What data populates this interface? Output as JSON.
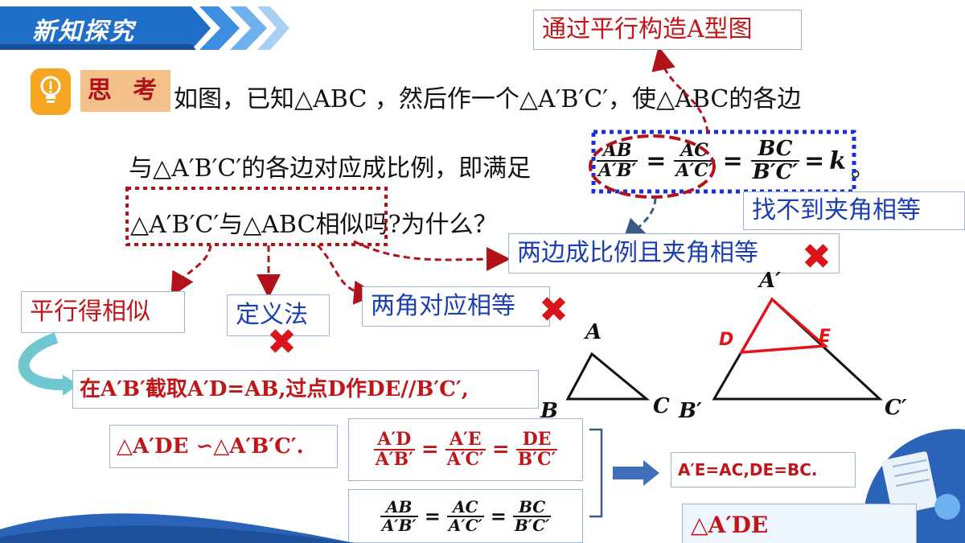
{
  "header": {
    "title": "新知探究",
    "think_label": "思 考"
  },
  "question": {
    "line1": "如图，已知△ABC ，然后作一个△A′B′C′，使△ABC的各边",
    "line2_prefix": "与△A′B′C′的各边对应成比例，即满足",
    "line2_suffix": "。",
    "line3": "△A′B′C′与△ABC相似吗?为什么？",
    "ratio": {
      "f1_num": "AB",
      "f1_den": "A′B′",
      "f2_num": "AC",
      "f2_den": "A′C′",
      "f3_num": "BC",
      "f3_den": "B′C′",
      "eq": "=",
      "k": "k"
    }
  },
  "callouts": {
    "a_type": "通过平行构造A型图",
    "no_angle": "找不到夹角相等",
    "two_sides": "两边成比例且夹角相等",
    "parallel": "平行得相似",
    "definition": "定义法",
    "two_angles": "两角对应相等"
  },
  "steps": {
    "construct": "在A′B′截取A′D=AB,过点D作DE//B′C′,",
    "similar": "△A′DE ∽△A′B′C′.",
    "ratio1": {
      "n1": "A′D",
      "d1": "A′B′",
      "n2": "A′E",
      "d2": "A′C′",
      "n3": "DE",
      "d3": "B′C′"
    },
    "ratio2": {
      "n1": "AB",
      "d1": "A′B′",
      "n2": "AC",
      "d2": "A′C′",
      "n3": "BC",
      "d3": "B′C′"
    },
    "result": "A′E=AC,DE=BC.",
    "conclusion": "△A′DE"
  },
  "figure": {
    "small": {
      "A": "A",
      "B": "B",
      "C": "C"
    },
    "large": {
      "A": "A′",
      "B": "B′",
      "C": "C′",
      "D": "D",
      "E": "E"
    }
  },
  "marks": {
    "cross": "✖"
  },
  "colors": {
    "accent_red": "#c0161a",
    "banner_blue": "#1f6fc8",
    "dotted_blue": "#1a2fd6"
  }
}
